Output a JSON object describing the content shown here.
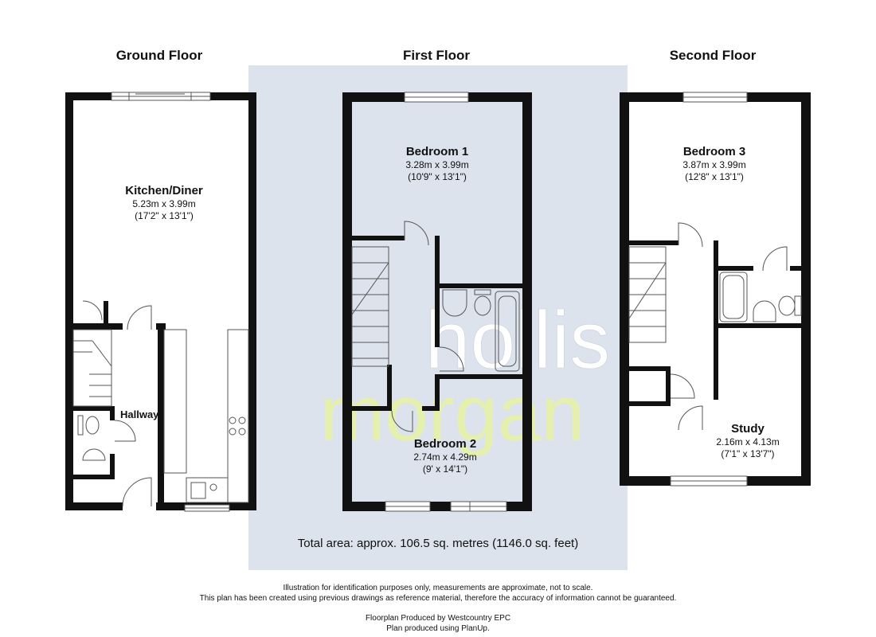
{
  "floors": {
    "ground": {
      "title": "Ground Floor"
    },
    "first": {
      "title": "First Floor"
    },
    "second": {
      "title": "Second Floor"
    }
  },
  "rooms": {
    "kitchen_diner": {
      "name": "Kitchen/Diner",
      "metric": "5.23m x 3.99m",
      "imperial": "(17'2\" x 13'1\")"
    },
    "hallway": {
      "name": "Hallway"
    },
    "bedroom1": {
      "name": "Bedroom 1",
      "metric": "3.28m x 3.99m",
      "imperial": "(10'9\" x 13'1\")"
    },
    "bedroom2": {
      "name": "Bedroom 2",
      "metric": "2.74m x 4.29m",
      "imperial": "(9' x 14'1\")"
    },
    "bedroom3": {
      "name": "Bedroom 3",
      "metric": "3.87m x 3.99m",
      "imperial": "(12'8\" x 13'1\")"
    },
    "study": {
      "name": "Study",
      "metric": "2.16m x 4.13m",
      "imperial": "(7'1\" x 13'7\")"
    }
  },
  "watermark": {
    "line1": "hollis",
    "line2": "morgan"
  },
  "total_area": "Total area: approx. 106.5 sq. metres (1146.0 sq. feet)",
  "disclaimer": {
    "line1": "Illustration for identification purposes only, measurements are approximate, not to scale.",
    "line2": "This plan has been created using previous drawings as reference material, therefore the accuracy of information cannot be guaranteed."
  },
  "credits": {
    "line1": "Floorplan Produced by Westcountry EPC",
    "line2": "Plan produced using PlanUp."
  },
  "colors": {
    "wall": "#111111",
    "highlight_panel": "#dde3ec",
    "watermark_hollis": "#ffffff",
    "watermark_morgan": "#e6f2a6",
    "fixture_line": "#555555"
  }
}
